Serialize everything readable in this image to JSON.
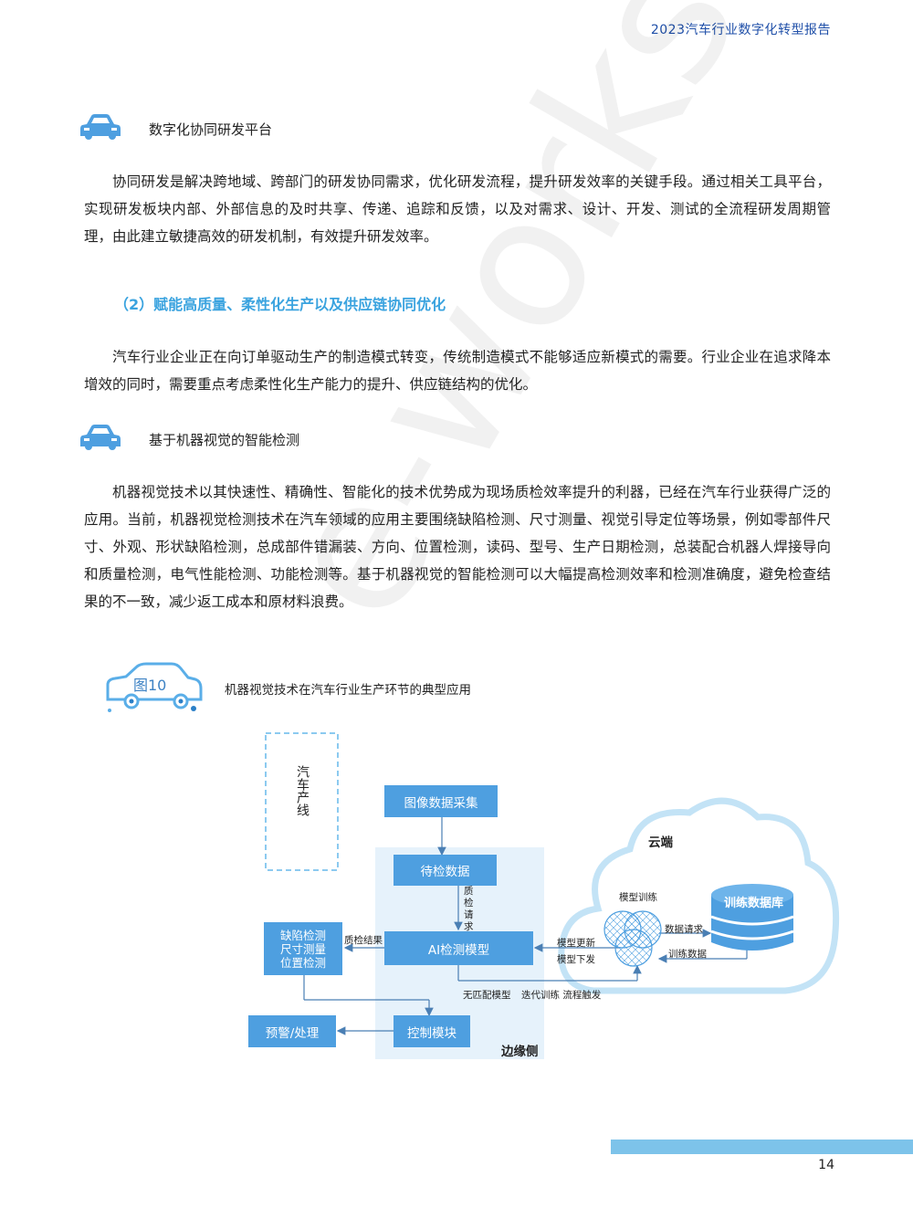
{
  "header": {
    "title": "2023汽车行业数字化转型报告"
  },
  "sections": [
    {
      "title": "数字化协同研发平台",
      "icon": "car-icon",
      "paragraph": "协同研发是解决跨地域、跨部门的研发协同需求，优化研发流程，提升研发效率的关键手段。通过相关工具平台，实现研发板块内部、外部信息的及时共享、传递、追踪和反馈，以及对需求、设计、开发、测试的全流程研发周期管理，由此建立敏捷高效的研发机制，有效提升研发效率。"
    },
    {
      "title": "基于机器视觉的智能检测",
      "icon": "car-icon",
      "paragraph": "机器视觉技术以其快速性、精确性、智能化的技术优势成为现场质检效率提升的利器，已经在汽车行业获得广泛的应用。当前，机器视觉检测技术在汽车领域的应用主要围绕缺陷检测、尺寸测量、视觉引导定位等场景，例如零部件尺寸、外观、形状缺陷检测，总成部件错漏装、方向、位置检测，读码、型号、生产日期检测，总装配合机器人焊接导向和质量检测，电气性能检测、功能检测等。基于机器视觉的智能检测可以大幅提高检测效率和检测准确度，避免检查结果的不一致，减少返工成本和原材料浪费。"
    }
  ],
  "subheading": "（2）赋能高质量、柔性化生产以及供应链协同优化",
  "subheading_paragraph": "汽车行业企业正在向订单驱动生产的制造模式转变，传统制造模式不能够适应新模式的需要。行业企业在追求降本增效的同时，需要重点考虑柔性化生产能力的提升、供应链结构的优化。",
  "figure": {
    "badge": "图10",
    "caption": "机器视觉技术在汽车行业生产环节的典型应用",
    "diagram": {
      "production_line": "汽车产线",
      "image_capture": "图像数据采集",
      "pending_data": "待检数据",
      "qc_request": "质检请求",
      "ai_model": "AI检测模型",
      "qc_result": "质检结果",
      "detections": [
        "缺陷检测",
        "尺寸测量",
        "位置检测"
      ],
      "control_module": "控制模块",
      "alert": "预警/处理",
      "edge_side": "边缘侧",
      "cloud": "云端",
      "model_training": "模型训练",
      "training_db": "训练数据库",
      "data_request": "数据请求",
      "training_data": "训练数据",
      "model_update": "模型更新",
      "model_deploy": "模型下发",
      "no_match": "无匹配模型",
      "iterative_training": "迭代训练 流程触发"
    }
  },
  "watermark": "e-works",
  "footer": {
    "page_number": "14"
  },
  "colors": {
    "accent": "#4e9fe0",
    "subhead": "#3aa3df",
    "header": "#1f4fa8",
    "footer_bar": "#7dc3ea"
  }
}
